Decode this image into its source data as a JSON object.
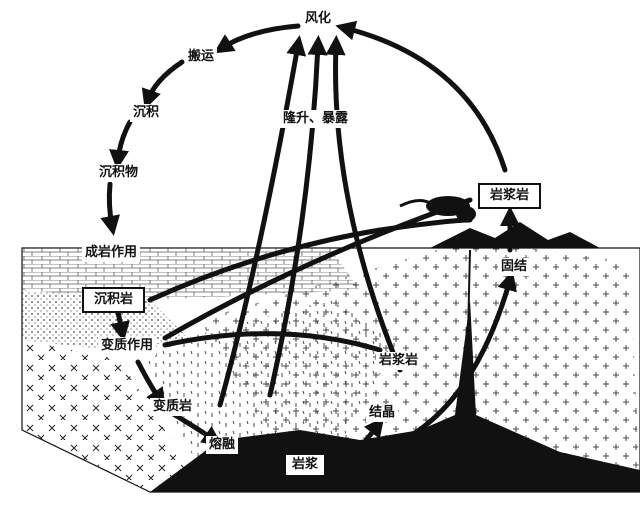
{
  "labels": {
    "weathering": "风化",
    "transport": "搬运",
    "deposition": "沉积",
    "sediment": "沉积物",
    "lithification": "成岩作用",
    "sedimentary_rock": "沉积岩",
    "metamorphism": "变质作用",
    "metamorphic_rock": "变质岩",
    "melting": "熔融",
    "magma": "岩浆",
    "crystallization": "结晶",
    "magma_rock_mid": "岩浆岩",
    "igneous_rock": "岩浆岩",
    "solidification": "固结",
    "uplift_exposure": "隆升、暴露"
  },
  "colors": {
    "ink": "#111111",
    "paper": "#ffffff"
  },
  "icons": {
    "crust_pattern": "cross-hatch",
    "volcano": "volcano-icon",
    "smoke": "smoke-plume-icon"
  }
}
